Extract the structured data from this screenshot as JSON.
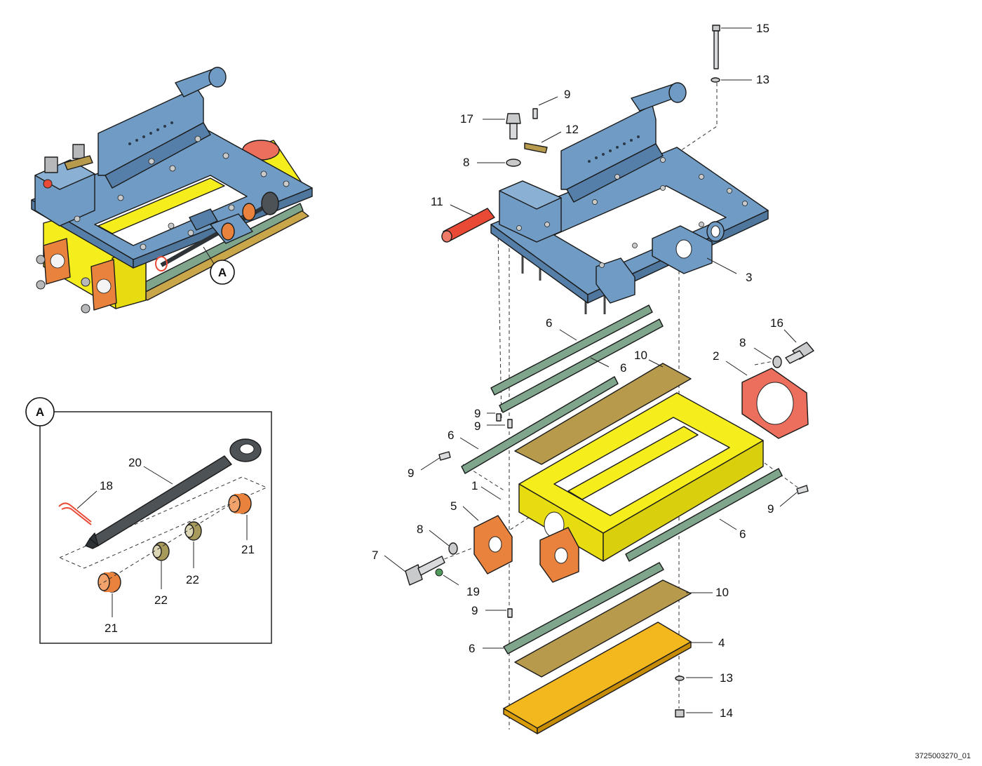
{
  "diagram": {
    "drawing_number": "3725003270_01",
    "detail_letter": "A",
    "callouts": {
      "c1": "1",
      "c2": "2",
      "c3": "3",
      "c4": "4",
      "c5": "5",
      "c6a": "6",
      "c6b": "6",
      "c6c": "6",
      "c6d": "6",
      "c6e": "6",
      "c7": "7",
      "c8a": "8",
      "c8b": "8",
      "c8c": "8",
      "c9a": "9",
      "c9b": "9",
      "c9c": "9",
      "c9d": "9",
      "c9e": "9",
      "c9f": "9",
      "c10a": "10",
      "c10b": "10",
      "c11": "11",
      "c12": "12",
      "c13a": "13",
      "c13b": "13",
      "c14": "14",
      "c15": "15",
      "c16": "16",
      "c17": "17",
      "c18": "18",
      "c19": "19",
      "c20": "20",
      "c21a": "21",
      "c21b": "21",
      "c22a": "22",
      "c22b": "22"
    },
    "colors": {
      "frame_blue": "#6f9bc4",
      "chassis_yellow": "#f5ee1c",
      "bracket_orange": "#e8823c",
      "flange_red": "#ec6f5e",
      "pin_red": "#e94a35",
      "strip_green": "#7fa58c",
      "plate_brown": "#b79a4c",
      "base_orange": "#f4b81f",
      "rod_gray": "#4d5257",
      "bushing_olive": "#a89a5a"
    }
  }
}
